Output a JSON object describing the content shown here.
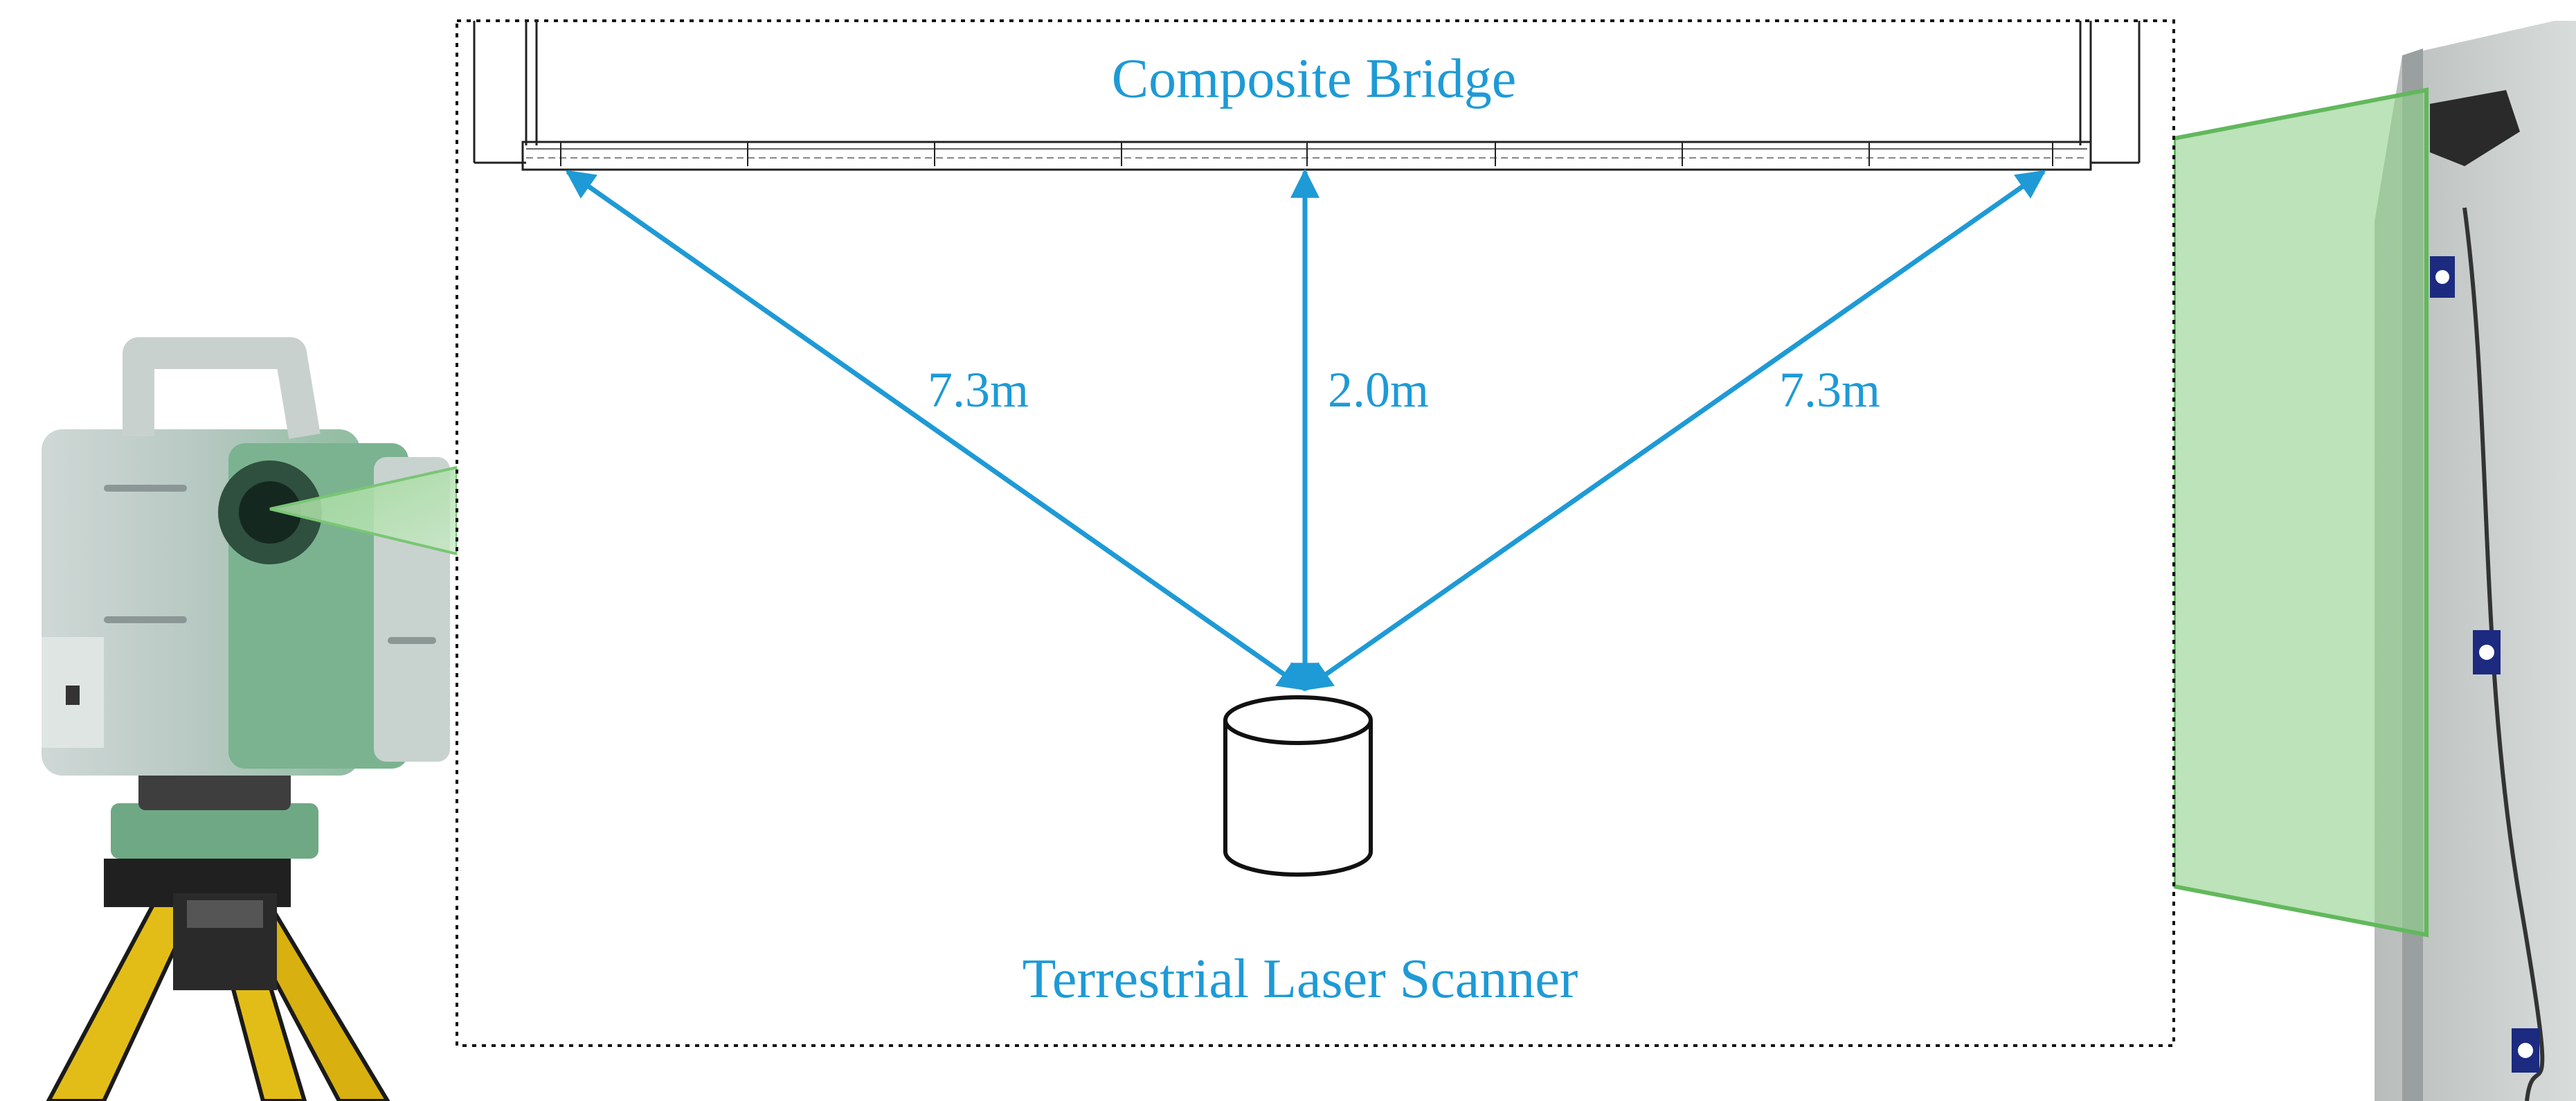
{
  "diagram": {
    "bridge_label": "Composite Bridge",
    "scanner_label": "Terrestrial Laser Scanner",
    "distances": {
      "left": "7.3m",
      "center": "2.0m",
      "right": "7.3m"
    }
  },
  "colors": {
    "arrow": "#1e9ad6",
    "text": "#1e9ad6",
    "scan_beam": "#8fd18a",
    "scanner_body": "#9fc9ae",
    "tripod": "#e8c21a"
  }
}
